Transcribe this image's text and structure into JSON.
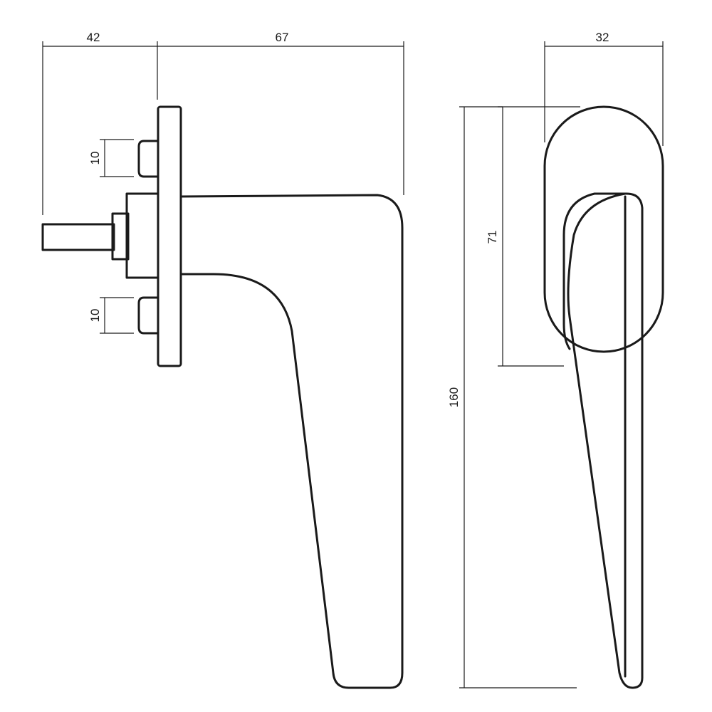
{
  "dimensions": {
    "front_shaft_length": "42",
    "front_handle_length": "67",
    "front_upper_stud_width": "10",
    "front_lower_stud_width": "10",
    "side_rose_width": "32",
    "side_rose_height": "71",
    "side_total_height": "160"
  }
}
